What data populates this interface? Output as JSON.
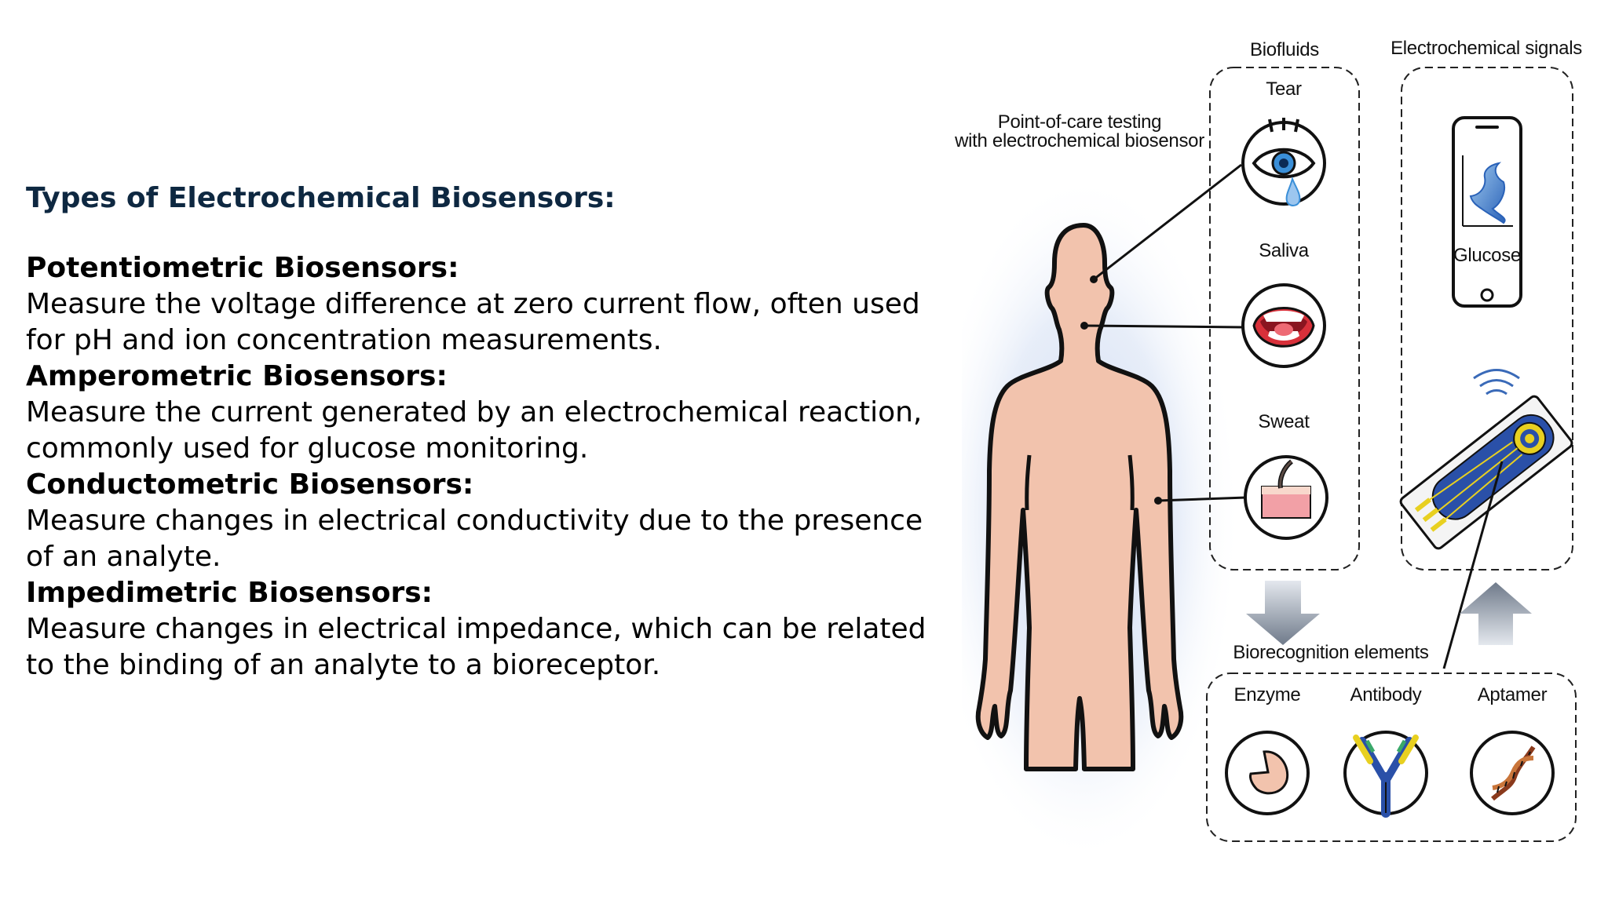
{
  "slide": {
    "title": "Types of Electrochemical Biosensors:",
    "types": [
      {
        "name": "Potentiometric Biosensors:",
        "desc_lines": [
          "Measure the voltage difference at zero current flow, often used",
          "for pH and ion concentration measurements."
        ]
      },
      {
        "name": "Amperometric Biosensors:",
        "desc_lines": [
          "Measure the current generated by an electrochemical reaction,",
          "commonly used for glucose monitoring."
        ]
      },
      {
        "name": "Conductometric Biosensors:",
        "desc_lines": [
          "Measure changes in electrical conductivity due to the presence",
          "of an analyte."
        ]
      },
      {
        "name": "Impedimetric Biosensors:",
        "desc_lines": [
          "Measure changes in electrical impedance, which can be related",
          "to the binding of an analyte to a bioreceptor."
        ]
      }
    ]
  },
  "figure": {
    "poc_label_line1": "Point-of-care testing",
    "poc_label_line2": "with electrochemical biosensor",
    "biofluids_title": "Biofluids",
    "biofluids": [
      "Tear",
      "Saliva",
      "Sweat"
    ],
    "signals_title": "Electrochemical signals",
    "phone_label": "Glucose",
    "biorecognition_title": "Biorecognition elements",
    "elements": [
      "Enzyme",
      "Antibody",
      "Aptamer"
    ],
    "colors": {
      "title_navy": "#0e2841",
      "skin": "#f2c3ad",
      "glow": "#dde6f6",
      "eye_blue": "#3a8fd8",
      "mouth_red": "#d8303a",
      "sensor_blue": "#2a50a8",
      "sensor_yellow": "#e8d020",
      "arrow_gray": "#8893a3"
    }
  }
}
